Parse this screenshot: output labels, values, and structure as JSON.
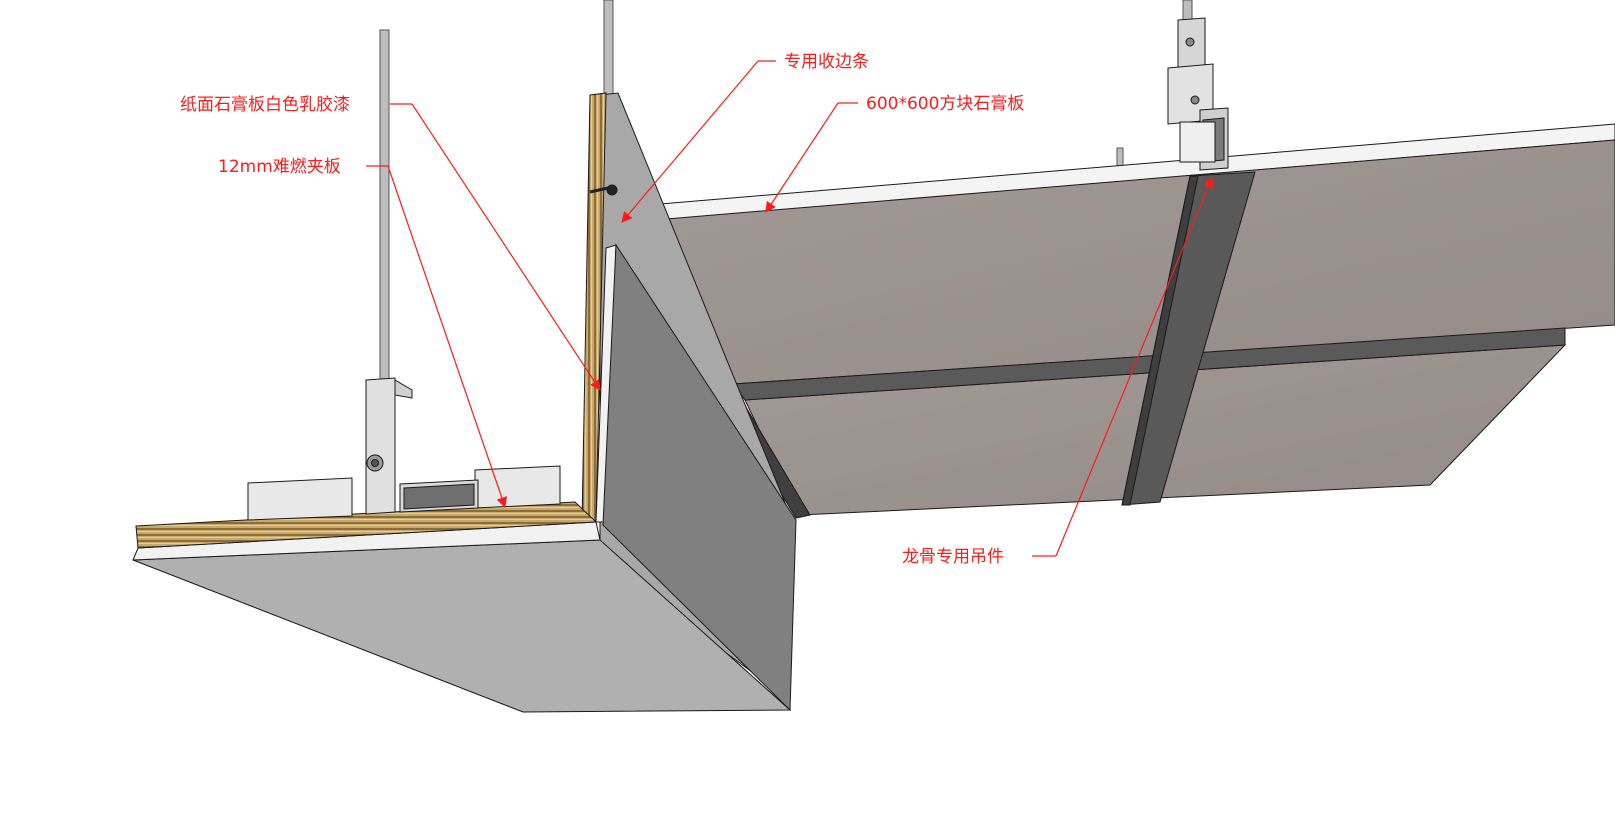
{
  "colors": {
    "annotation": "#ff1a1a",
    "gypsum_panel": "#9e9592",
    "bulkhead_face": "#9a9a9a",
    "bulkhead_side": "#7e7e7e",
    "plywood": "#c9a86b",
    "steel": "#555555",
    "rod": "#b8b8b8",
    "line": "#1a1a1a"
  },
  "icons": {
    "arrow": "arrowhead-icon"
  },
  "annotations": {
    "trim_strip": "专用收边条",
    "paper_gypsum_board": "纸面石膏板白色乳胶漆",
    "tile_board": "600*600方块石膏板",
    "fire_plywood": "12mm难燃夹板",
    "hanger": "龙骨专用吊件"
  }
}
